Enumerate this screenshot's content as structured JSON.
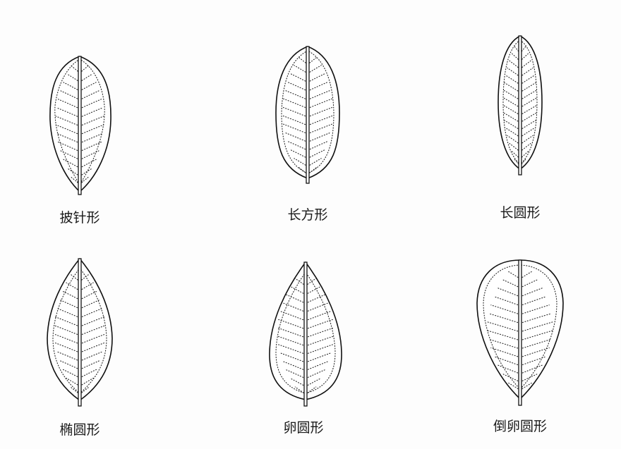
{
  "leaves": [
    {
      "id": "lanceolate",
      "label": "披针形"
    },
    {
      "id": "oblong",
      "label": "长方形"
    },
    {
      "id": "long-elliptic",
      "label": "长圆形"
    },
    {
      "id": "elliptic",
      "label": "椭圆形"
    },
    {
      "id": "ovate",
      "label": "卵圆形"
    },
    {
      "id": "obovate",
      "label": "倒卵圆形"
    }
  ]
}
